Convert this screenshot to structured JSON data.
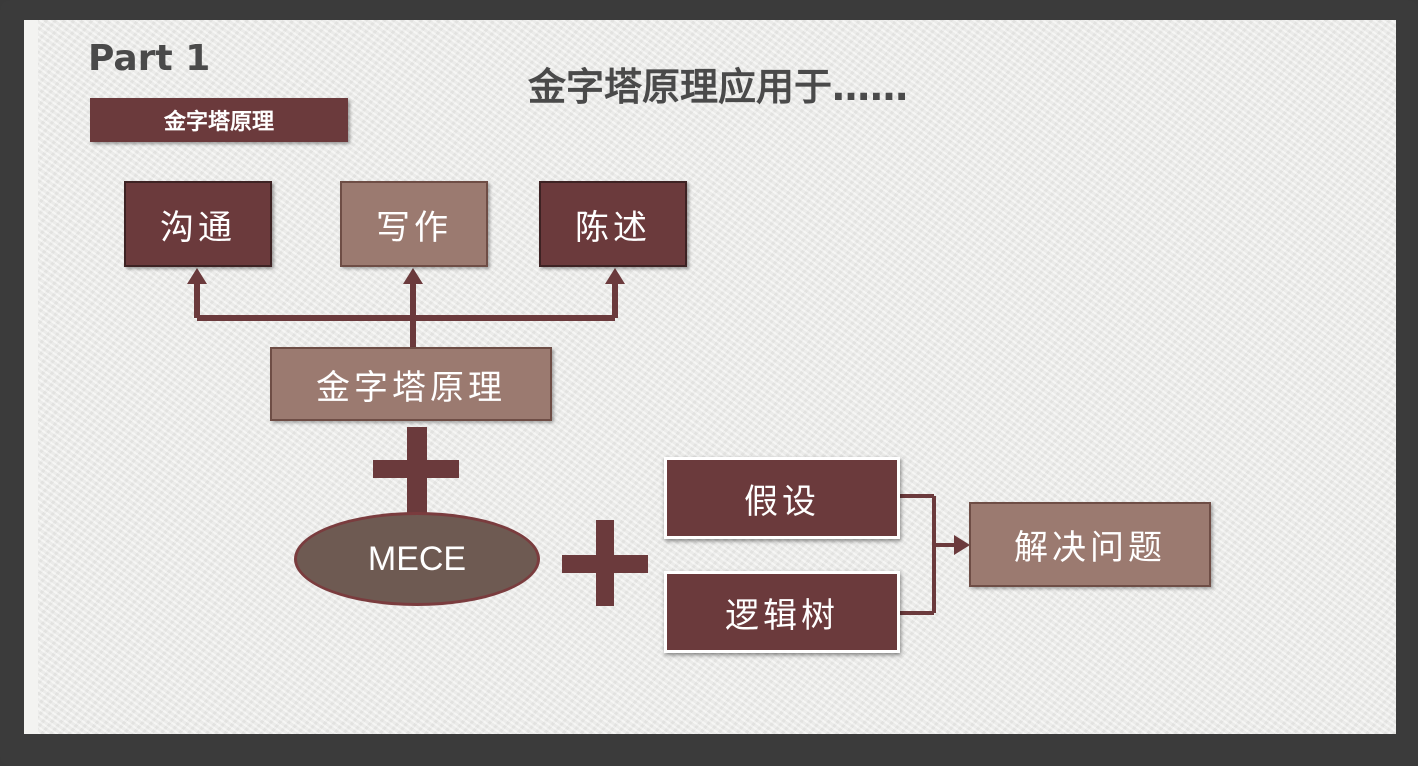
{
  "header": {
    "part_label": "Part 1",
    "part_tag": "金字塔原理",
    "title": "金字塔原理应用于……"
  },
  "diagram": {
    "top_nodes": [
      "沟通",
      "写作",
      "陈述"
    ],
    "center_node": "金字塔原理",
    "ellipse_node": "MECE",
    "right_nodes": [
      "假设",
      "逻辑树"
    ],
    "result_node": "解决问题"
  },
  "colors": {
    "dark_maroon": "#6b3a3c",
    "light_brown": "#9b7a70",
    "connector": "#6b3a3c",
    "title_gray": "#4a4a4a"
  }
}
